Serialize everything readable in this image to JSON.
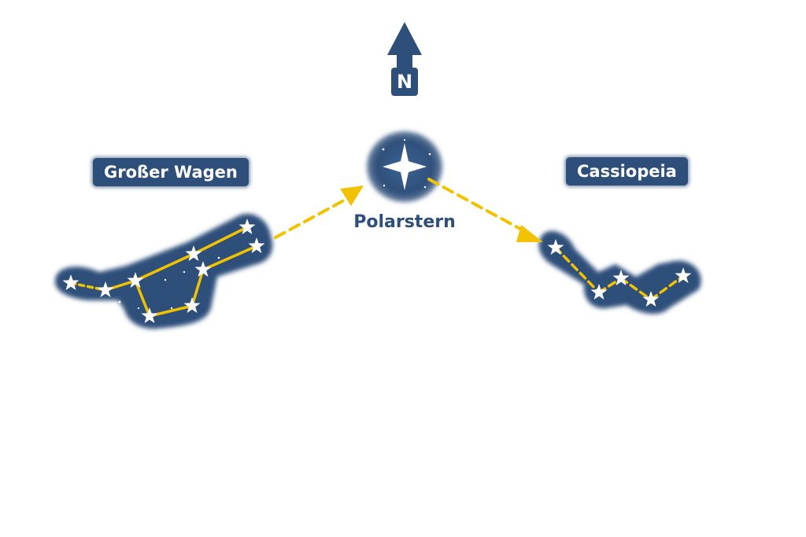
{
  "north": {
    "letter": "N",
    "icon": "north-arrow-icon"
  },
  "labels": {
    "big_dipper": "Großer Wagen",
    "cassiopeia": "Cassiopeia",
    "polaris": "Polarstern"
  },
  "colors": {
    "sky": "#2e4f7a",
    "line": "#f2c200",
    "star": "#ffffff",
    "background": "#ffffff"
  },
  "icons": [
    "north-arrow-icon",
    "polaris-star-icon",
    "star-icon"
  ]
}
